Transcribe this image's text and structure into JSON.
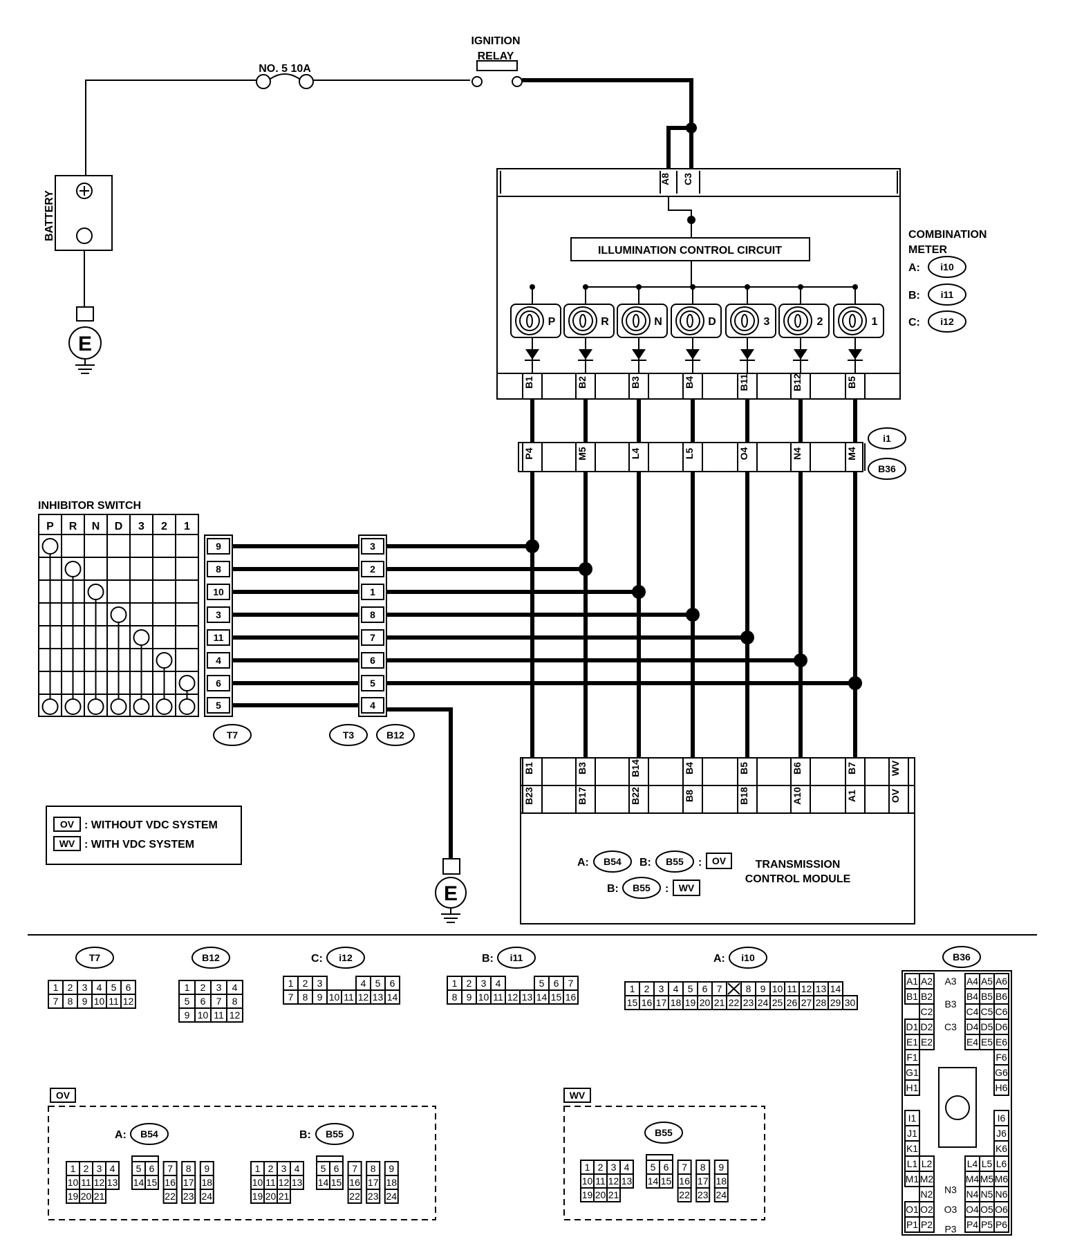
{
  "power": {
    "fuse": "NO. 5 10A",
    "relay_line1": "IGNITION",
    "relay_line2": "RELAY",
    "battery": "BATTERY",
    "ground": "E"
  },
  "meter": {
    "title_line1": "COMBINATION",
    "title_line2": "METER",
    "supply_pins": [
      "A8",
      "C3"
    ],
    "circuit": "ILLUMINATION CONTROL CIRCUIT",
    "lamps": [
      "P",
      "R",
      "N",
      "D",
      "3",
      "2",
      "1"
    ],
    "lamp_pins": [
      "B1",
      "B2",
      "B3",
      "B4",
      "B11",
      "B12",
      "B5"
    ],
    "conn_prefix": [
      "A:",
      "B:",
      "C:"
    ],
    "conn_ids": [
      "i10",
      "i11",
      "i12"
    ]
  },
  "joint": {
    "pins": [
      "P4",
      "M5",
      "L4",
      "L5",
      "O4",
      "N4",
      "M4"
    ],
    "ids": [
      "i1",
      "B36"
    ]
  },
  "inhibitor": {
    "title": "INHIBITOR SWITCH",
    "positions": [
      "P",
      "R",
      "N",
      "D",
      "3",
      "2",
      "1"
    ],
    "pins": [
      "9",
      "8",
      "10",
      "3",
      "11",
      "4",
      "6",
      "5"
    ],
    "conn_id": "T7"
  },
  "middle_conn": {
    "pins": [
      "3",
      "2",
      "1",
      "8",
      "7",
      "6",
      "5",
      "4"
    ],
    "ids": [
      "T3",
      "B12"
    ]
  },
  "tcm": {
    "title_line1": "TRANSMISSION",
    "title_line2": "CONTROL MODULE",
    "wv_pins": [
      "B1",
      "B3",
      "B14",
      "B4",
      "B5",
      "B6",
      "B7"
    ],
    "ov_pins": [
      "B23",
      "B17",
      "B22",
      "B8",
      "B18",
      "A10",
      "A1"
    ],
    "wv_label": "WV",
    "ov_label": "OV",
    "conn_a_prefix": "A:",
    "conn_a": "B54",
    "conn_b_prefix": "B:",
    "conn_b": "B55",
    "ov_box": "OV",
    "wv_box": "WV",
    "sep": ":"
  },
  "legend": {
    "ov_code": "OV",
    "ov_text": ": WITHOUT VDC SYSTEM",
    "wv_code": "WV",
    "wv_text": ": WITH VDC SYSTEM"
  },
  "connectors": {
    "t7": "T7",
    "b12": "B12",
    "i12_prefix": "C:",
    "i12": "i12",
    "i11_prefix": "B:",
    "i11": "i11",
    "i10_prefix": "A:",
    "i10": "i10",
    "b36": "B36",
    "ov_group": "OV",
    "wv_group": "WV",
    "b54_prefix": "A:",
    "b54": "B54",
    "b55_prefix": "B:",
    "b55": "B55",
    "b55_wv": "B55"
  }
}
